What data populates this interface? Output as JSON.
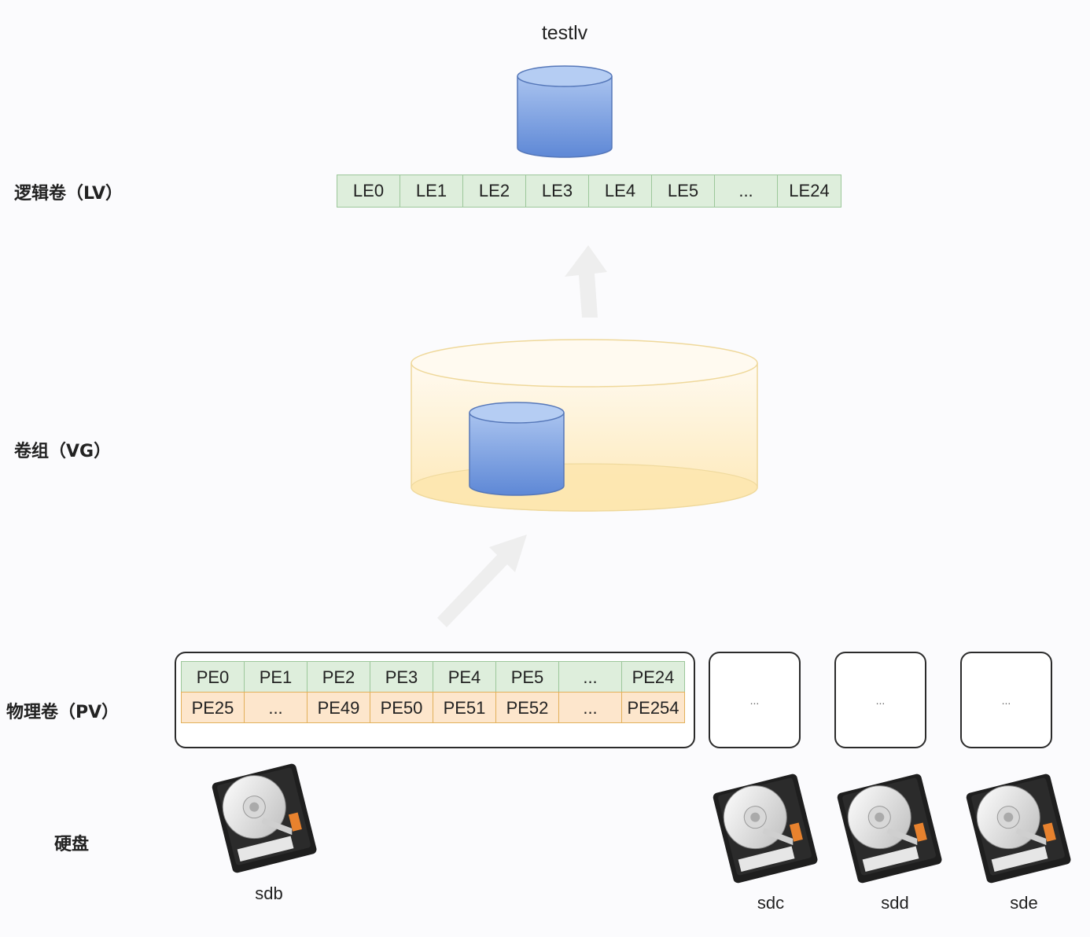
{
  "layer_labels": {
    "lv": "逻辑卷（LV）",
    "vg": "卷组（VG）",
    "pv": "物理卷（PV）",
    "disk": "硬盘"
  },
  "lv_name": "testlv",
  "le_cells": [
    "LE0",
    "LE1",
    "LE2",
    "LE3",
    "LE4",
    "LE5",
    "...",
    "LE24"
  ],
  "pe_row1": [
    "PE0",
    "PE1",
    "PE2",
    "PE3",
    "PE4",
    "PE5",
    "...",
    "PE24"
  ],
  "pe_row2": [
    "PE25",
    "...",
    "PE49",
    "PE50",
    "PE51",
    "PE52",
    "...",
    "PE254"
  ],
  "other_pv_placeholder": "...",
  "disks": [
    "sdb",
    "sdc",
    "sdd",
    "sde"
  ],
  "colors": {
    "lv_cylinder": "#6f96da",
    "vg_cylinder": "#fff2c4",
    "le_fill": "#deeedc",
    "pe_top_fill": "#deeedc",
    "pe_bottom_fill": "#fde6cc",
    "arrow": "#eeeeee"
  }
}
